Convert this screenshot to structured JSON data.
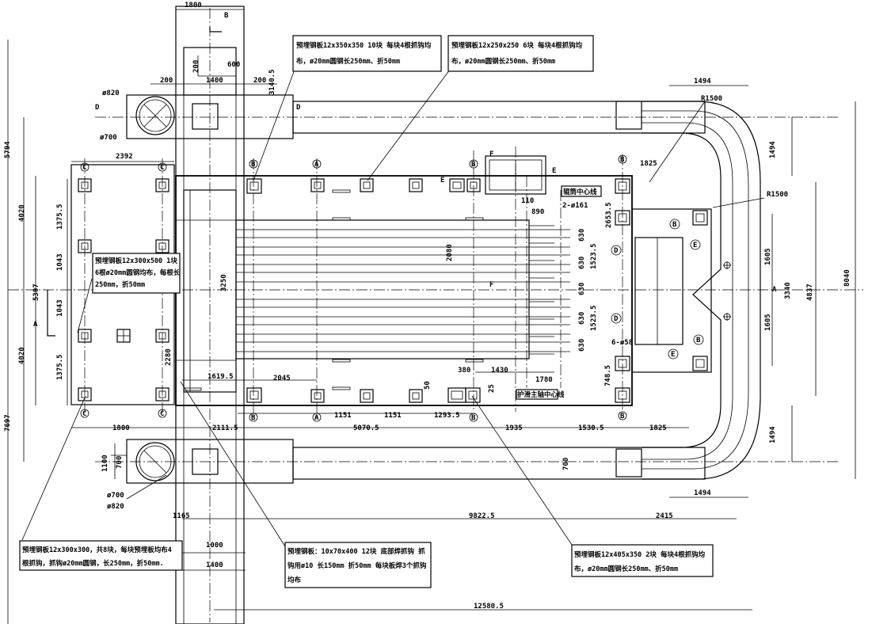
{
  "dimensions": {
    "top_width": "1800",
    "top_200": "200",
    "top_600": "600",
    "top_200b": "200",
    "top_1400": "1400",
    "top_200c": "200",
    "top_3140": "3140.5",
    "left_5794": "5794",
    "left_4020a": "4020",
    "left_5307": "5307",
    "left_4020b": "4020",
    "left_7697": "7697",
    "left_1375a": "1375.5",
    "left_1043a": "1043",
    "left_1043b": "1043",
    "left_1375b": "1375.5",
    "d_2392": "2392",
    "d_3250": "3250",
    "d_2280": "2280",
    "d_1619": "1619.5",
    "d_2045": "2045",
    "d_2080": "2080",
    "d_380": "380",
    "d_1430": "1430",
    "d_1780": "1780",
    "d_50": "50",
    "d_25": "25",
    "d_1151a": "1151",
    "d_1151b": "1151",
    "d_1293": "1293.5",
    "d_1800": "1800",
    "d_2111": "2111.5",
    "d_5070": "5070.5",
    "d_1935": "1935",
    "d_1530": "1530.5",
    "d_1825b": "1825",
    "d_1825a": "1825",
    "d_1494a": "1494",
    "d_1494b": "1494",
    "d_1494c": "1494",
    "d_1494d": "1494",
    "d_r1500a": "R1500",
    "d_r1500b": "R1500",
    "d_2653": "2653.5",
    "d_1523a": "1523.5",
    "d_1523b": "1523.5",
    "d_630a": "630",
    "d_630b": "630",
    "d_630c": "630",
    "d_630d": "630",
    "d_630e": "630",
    "d_1605a": "1605",
    "d_1605b": "1605",
    "d_3340": "3340",
    "d_4837": "4837",
    "d_8040": "8040",
    "d_748": "748.5",
    "d_110": "110",
    "d_890": "890",
    "d_1100": "1100",
    "d_700a": "700",
    "d_700b": "700",
    "d_1165": "1165",
    "d_9822": "9822.5",
    "d_2415": "2415",
    "d_1000": "1000",
    "d_1400b": "1400",
    "d_12580": "12580.5",
    "d_phi820a": "ø820",
    "d_phi700a": "ø700",
    "d_phi700b": "ø700",
    "d_phi820b": "ø820",
    "d_2phi161": "2-ø161",
    "d_6phi58": "6-ø58"
  },
  "section_marks": {
    "b": "B",
    "d_left": "D",
    "d_right": "D",
    "a_left": "A",
    "a_right": "A",
    "f_top": "F",
    "f_mid": "F",
    "e_mark": "E",
    "e_mark2": "E"
  },
  "axis_circles": [
    "A",
    "B",
    "C",
    "D",
    "E"
  ],
  "labels": {
    "furnace_center": "辊筒中心线",
    "guard_center": "护滑主轴中心线"
  },
  "notes": {
    "top_left_1": "预埋钢板12x350x350 10块  每块4根抓钩均",
    "top_left_2": "布，ø20mm圆钢长250mm、折50mm",
    "top_right_1": "预埋钢板12x250x250  6块  每块4根抓钩均",
    "top_right_2": "布，ø20mm圆钢长250mm、折50mm",
    "mid_1": "预埋钢板12x300x500  1块",
    "mid_2": "6根ø20mm圆钢均布，每根长",
    "mid_3": "250mm，折50mm",
    "bl_1": "预埋钢板12x300x300，共8块，每块预埋板均布4",
    "bl_2": "根抓钩，抓钩ø20mm圆钢，长250mm，折50mm.",
    "bm_1": "预埋钢板：10x70x400   12块 底部焊抓钩 抓",
    "bm_2": "钩用ø10 长150mm  折50mm  每块板焊3个抓钩",
    "bm_3": "均布",
    "br_1": "预埋钢板12x405x350  2块  每块4根抓钩均",
    "br_2": "布，ø20mm圆钢长250mm、折50mm"
  }
}
